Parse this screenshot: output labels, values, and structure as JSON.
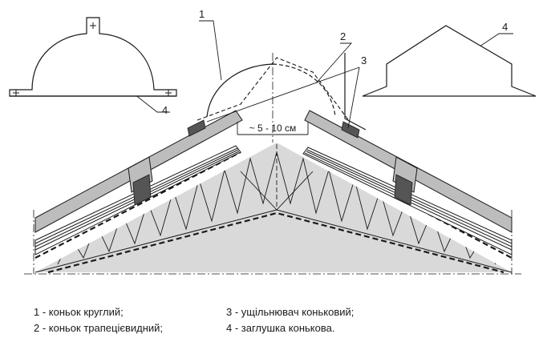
{
  "diagram": {
    "callouts": {
      "c1": "1",
      "c2": "2",
      "c3": "3",
      "c4_left": "4",
      "c4_right": "4"
    },
    "overlap_label": "~ 5 - 10 см"
  },
  "legend": {
    "left": [
      "1 - коньок круглий;",
      "2 - коньок трапецієвидний;"
    ],
    "right": [
      "3 - ущільнювач коньковий;",
      "4 - заглушка конькова."
    ]
  },
  "colors": {
    "insulation_fill": "#d9d9d9",
    "roof_panel_fill": "#bdbdbd",
    "seal_fill": "#555555",
    "line": "#1a1a1a"
  }
}
